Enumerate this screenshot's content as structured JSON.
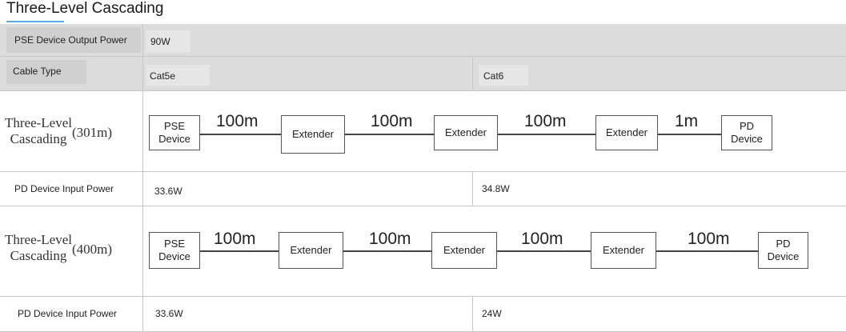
{
  "title": "Three-Level Cascading",
  "header": {
    "pse_output_label": "PSE Device Output Power",
    "pse_output_value": "90W",
    "cable_type_label": "Cable Type",
    "cable_cat5e": "Cat5e",
    "cable_cat6": "Cat6"
  },
  "scenario1": {
    "label_line1": "Three-Level",
    "label_line2": "Cascading",
    "distance": "(301m)",
    "devices": [
      "PSE\nDevice",
      "Extender",
      "Extender",
      "Extender",
      "PD\nDevice"
    ],
    "lengths": [
      "100m",
      "100m",
      "100m",
      "1m"
    ],
    "pd_input_label": "PD Device Input Power",
    "pd_input_cat5e": "33.6W",
    "pd_input_cat6": "34.8W"
  },
  "scenario2": {
    "label_line1": "Three-Level",
    "label_line2": "Cascading",
    "distance": "(400m)",
    "devices": [
      "PSE\nDevice",
      "Extender",
      "Extender",
      "Extender",
      "PD\nDevice"
    ],
    "lengths": [
      "100m",
      "100m",
      "100m",
      "100m"
    ],
    "pd_input_label": "PD Device Input Power",
    "pd_input_cat5e": "33.6W",
    "pd_input_cat6": "24W"
  }
}
